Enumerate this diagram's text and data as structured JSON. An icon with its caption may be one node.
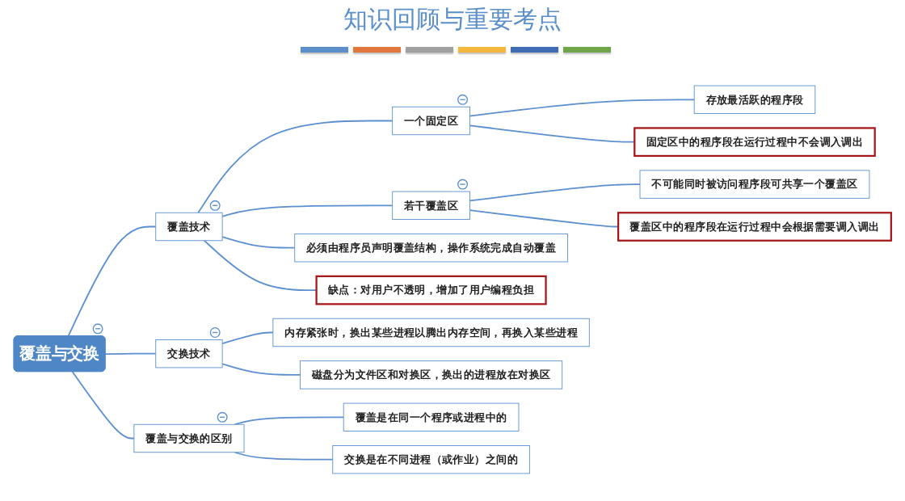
{
  "diagram": {
    "title": "知识回顾与重要考点",
    "nodes": [
      {
        "text": [
          "覆盖与交换"
        ]
      },
      {
        "text": [
          "覆盖技术"
        ]
      },
      {
        "text": [
          "一个固定区"
        ]
      },
      {
        "text": [
          "存放最活跃的程序段"
        ]
      },
      {
        "text": [
          "固定区中的程序段在运行过程中不会调入调出"
        ]
      },
      {
        "text": [
          "若干覆盖区"
        ]
      },
      {
        "text": [
          "不可能同时被访问程序段可共享一个覆盖区"
        ]
      },
      {
        "text": [
          "覆盖区中的程序段在运行过程中会根据需要调入调出"
        ]
      },
      {
        "text": [
          "必须由程序员声明覆盖结构，操作系统完成自动覆盖"
        ]
      },
      {
        "text": [
          "缺点：对用户不透明，增加了用户编程负担"
        ]
      },
      {
        "text": [
          "交换技术"
        ]
      },
      {
        "text": [
          "内存紧张时，换出某些进程以腾出内存空间，再换入某些进程"
        ]
      },
      {
        "text": [
          "磁盘分为文件区和对换区，换出的进程放在对换区"
        ]
      },
      {
        "text": [
          "覆盖与交换的区别"
        ]
      },
      {
        "text": [
          "覆盖是在同一个程序或进程中的"
        ]
      },
      {
        "text": [
          "交换是在不同进程（或作业）之间的"
        ]
      }
    ],
    "edges": [
      {
        "from": 0,
        "to": 1,
        "arrow": "none"
      },
      {
        "from": 1,
        "to": 2,
        "arrow": "none"
      },
      {
        "from": 2,
        "to": 3,
        "arrow": "none"
      },
      {
        "from": 2,
        "to": 4,
        "arrow": "none"
      },
      {
        "from": 1,
        "to": 5,
        "arrow": "none"
      },
      {
        "from": 5,
        "to": 6,
        "arrow": "none"
      },
      {
        "from": 5,
        "to": 7,
        "arrow": "none"
      },
      {
        "from": 1,
        "to": 8,
        "arrow": "none"
      },
      {
        "from": 1,
        "to": 9,
        "arrow": "none"
      },
      {
        "from": 0,
        "to": 10,
        "arrow": "none"
      },
      {
        "from": 10,
        "to": 11,
        "arrow": "none"
      },
      {
        "from": 10,
        "to": 12,
        "arrow": "none"
      },
      {
        "from": 0,
        "to": 13,
        "arrow": "none"
      },
      {
        "from": 13,
        "to": 14,
        "arrow": "none"
      },
      {
        "from": 13,
        "to": 15,
        "arrow": "none"
      }
    ]
  }
}
